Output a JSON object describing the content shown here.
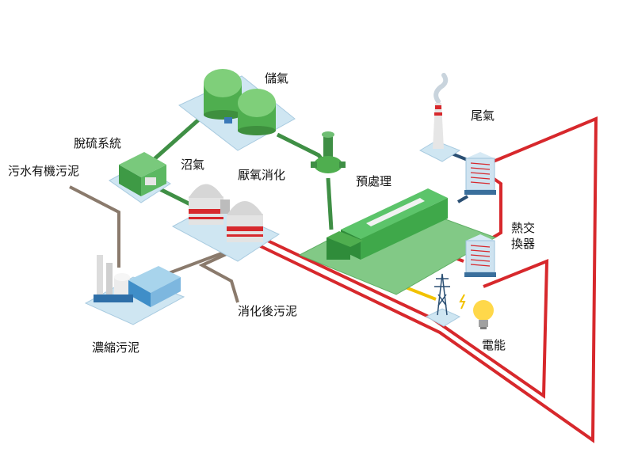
{
  "colors": {
    "hot_water": "#d7282c",
    "sludge": "#8a7a6c",
    "gas": "#3f8f45",
    "power": "#f2c200",
    "exhaust": "#2a4f73",
    "platform": "#cfe6f2"
  },
  "labels": {
    "gas_storage": "儲氣",
    "desulfurization": "脫硫系統",
    "biogas": "沼氣",
    "anaerobic_digestion": "厭氧消化",
    "organic_sludge": "污水有機污泥",
    "pretreatment": "預處理",
    "exhaust": "尾氣",
    "heat_exchanger": "熱交換器",
    "digested_sludge": "消化後污泥",
    "thickened_sludge": "濃縮污泥",
    "electricity": "電能"
  },
  "icons": [
    "gas-holder-icon",
    "desulfurizer-icon",
    "digester-icon",
    "thickener-icon",
    "pretreatment-filter-icon",
    "gas-engine-icon",
    "chimney-icon",
    "heat-exchanger-icon",
    "pylon-icon",
    "lightbulb-icon"
  ]
}
